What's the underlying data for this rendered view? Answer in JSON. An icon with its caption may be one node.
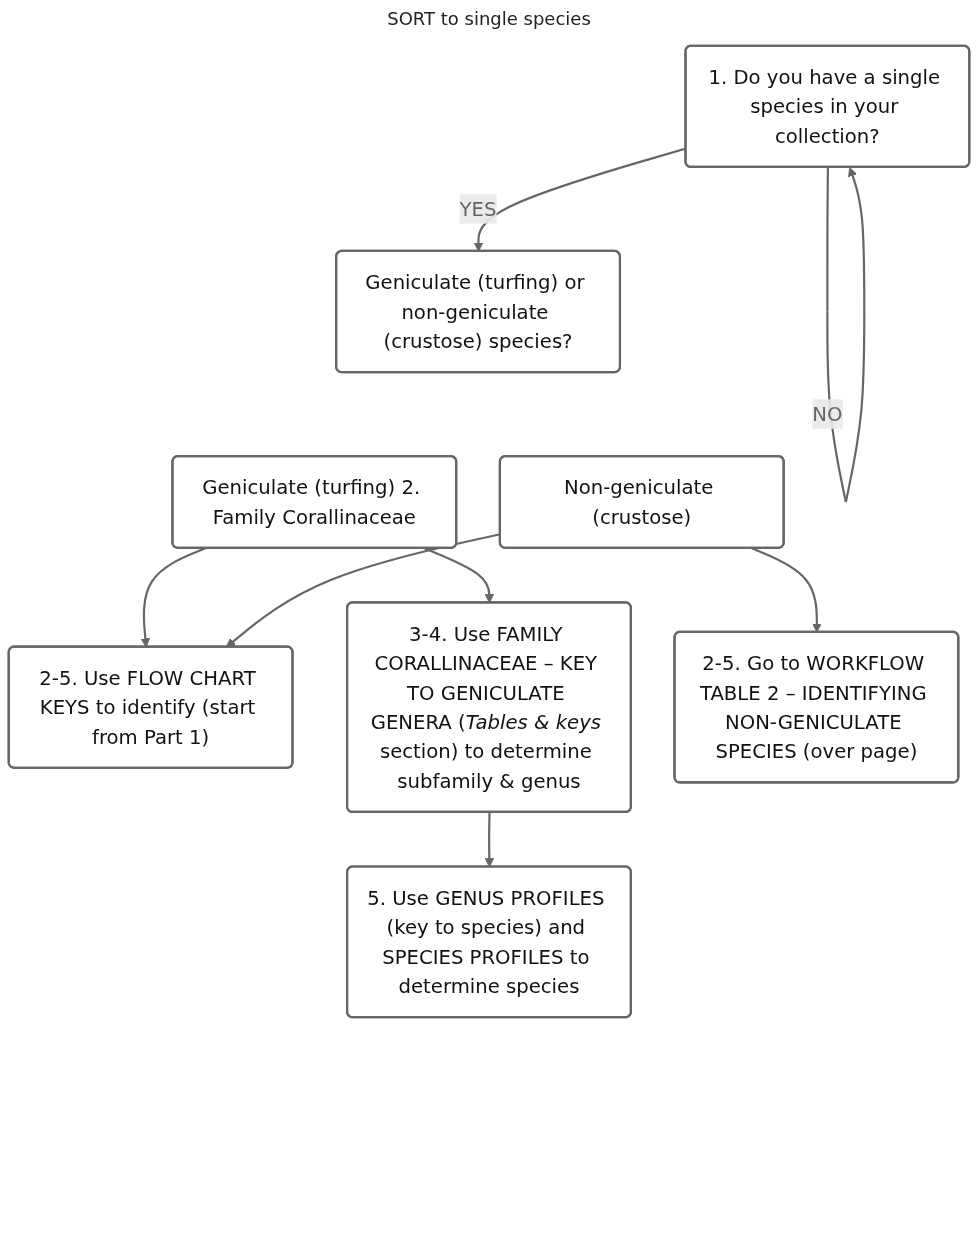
{
  "diagram": {
    "nodes": [
      {
        "text": [
          "1. Do you have a single species in your collection?"
        ]
      },
      {
        "text": [
          "Geniculate (turfing) or non-geniculate (crustose) species?"
        ]
      },
      {
        "text": [
          "Geniculate (turfing) 2. Family Corallinaceae"
        ]
      },
      {
        "text": [
          "Non-geniculate (crustose)"
        ]
      },
      {
        "text": [
          "2-5. Use FLOW CHART KEYS to identify (start from Part 1)"
        ]
      },
      {
        "text": [
          "3-4. Use FAMILY CORALLINACEAE – KEY TO GENICULATE GENERA (*Tables & keys* section) to determine subfamily & genus"
        ]
      },
      {
        "text": [
          "5. Use GENUS PROFILES (key to species) and SPECIES PROFILES to determine species"
        ]
      },
      {
        "text": [
          "2-5. Go to WORKFLOW TABLE 2 – IDENTIFYING NON-GENICULATE SPECIES (over page)"
        ]
      }
    ],
    "edges": [
      {
        "from": 0,
        "to": 0,
        "arrow": "to",
        "label": "NO"
      },
      {
        "from": 0,
        "to": 1,
        "arrow": "to",
        "label": "YES"
      },
      {
        "from": 2,
        "to": 5,
        "arrow": "to"
      },
      {
        "from": 2,
        "to": 4,
        "arrow": "to"
      },
      {
        "from": 3,
        "to": 4,
        "arrow": "to"
      },
      {
        "from": 3,
        "to": 7,
        "arrow": "to"
      },
      {
        "from": 5,
        "to": 6,
        "arrow": "to"
      }
    ],
    "labels": [
      "SORT to single species"
    ]
  }
}
